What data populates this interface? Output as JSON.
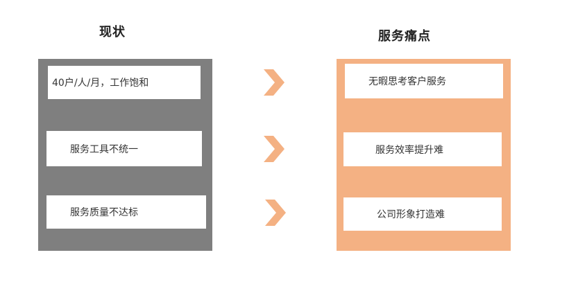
{
  "left_column": {
    "heading": "现状",
    "items": [
      "40户/人/月，工作饱和",
      "服务工具不统一",
      "服务质量不达标"
    ]
  },
  "right_column": {
    "heading": "服务痛点",
    "items": [
      "无暇思考客户服务",
      "服务效率提升难",
      "公司形象打造难"
    ]
  },
  "colors": {
    "left_panel": "#7f7f7f",
    "right_panel": "#f4b183",
    "arrow": "#f4b183",
    "card": "#ffffff"
  },
  "icons": [
    "chevron-right-icon"
  ]
}
